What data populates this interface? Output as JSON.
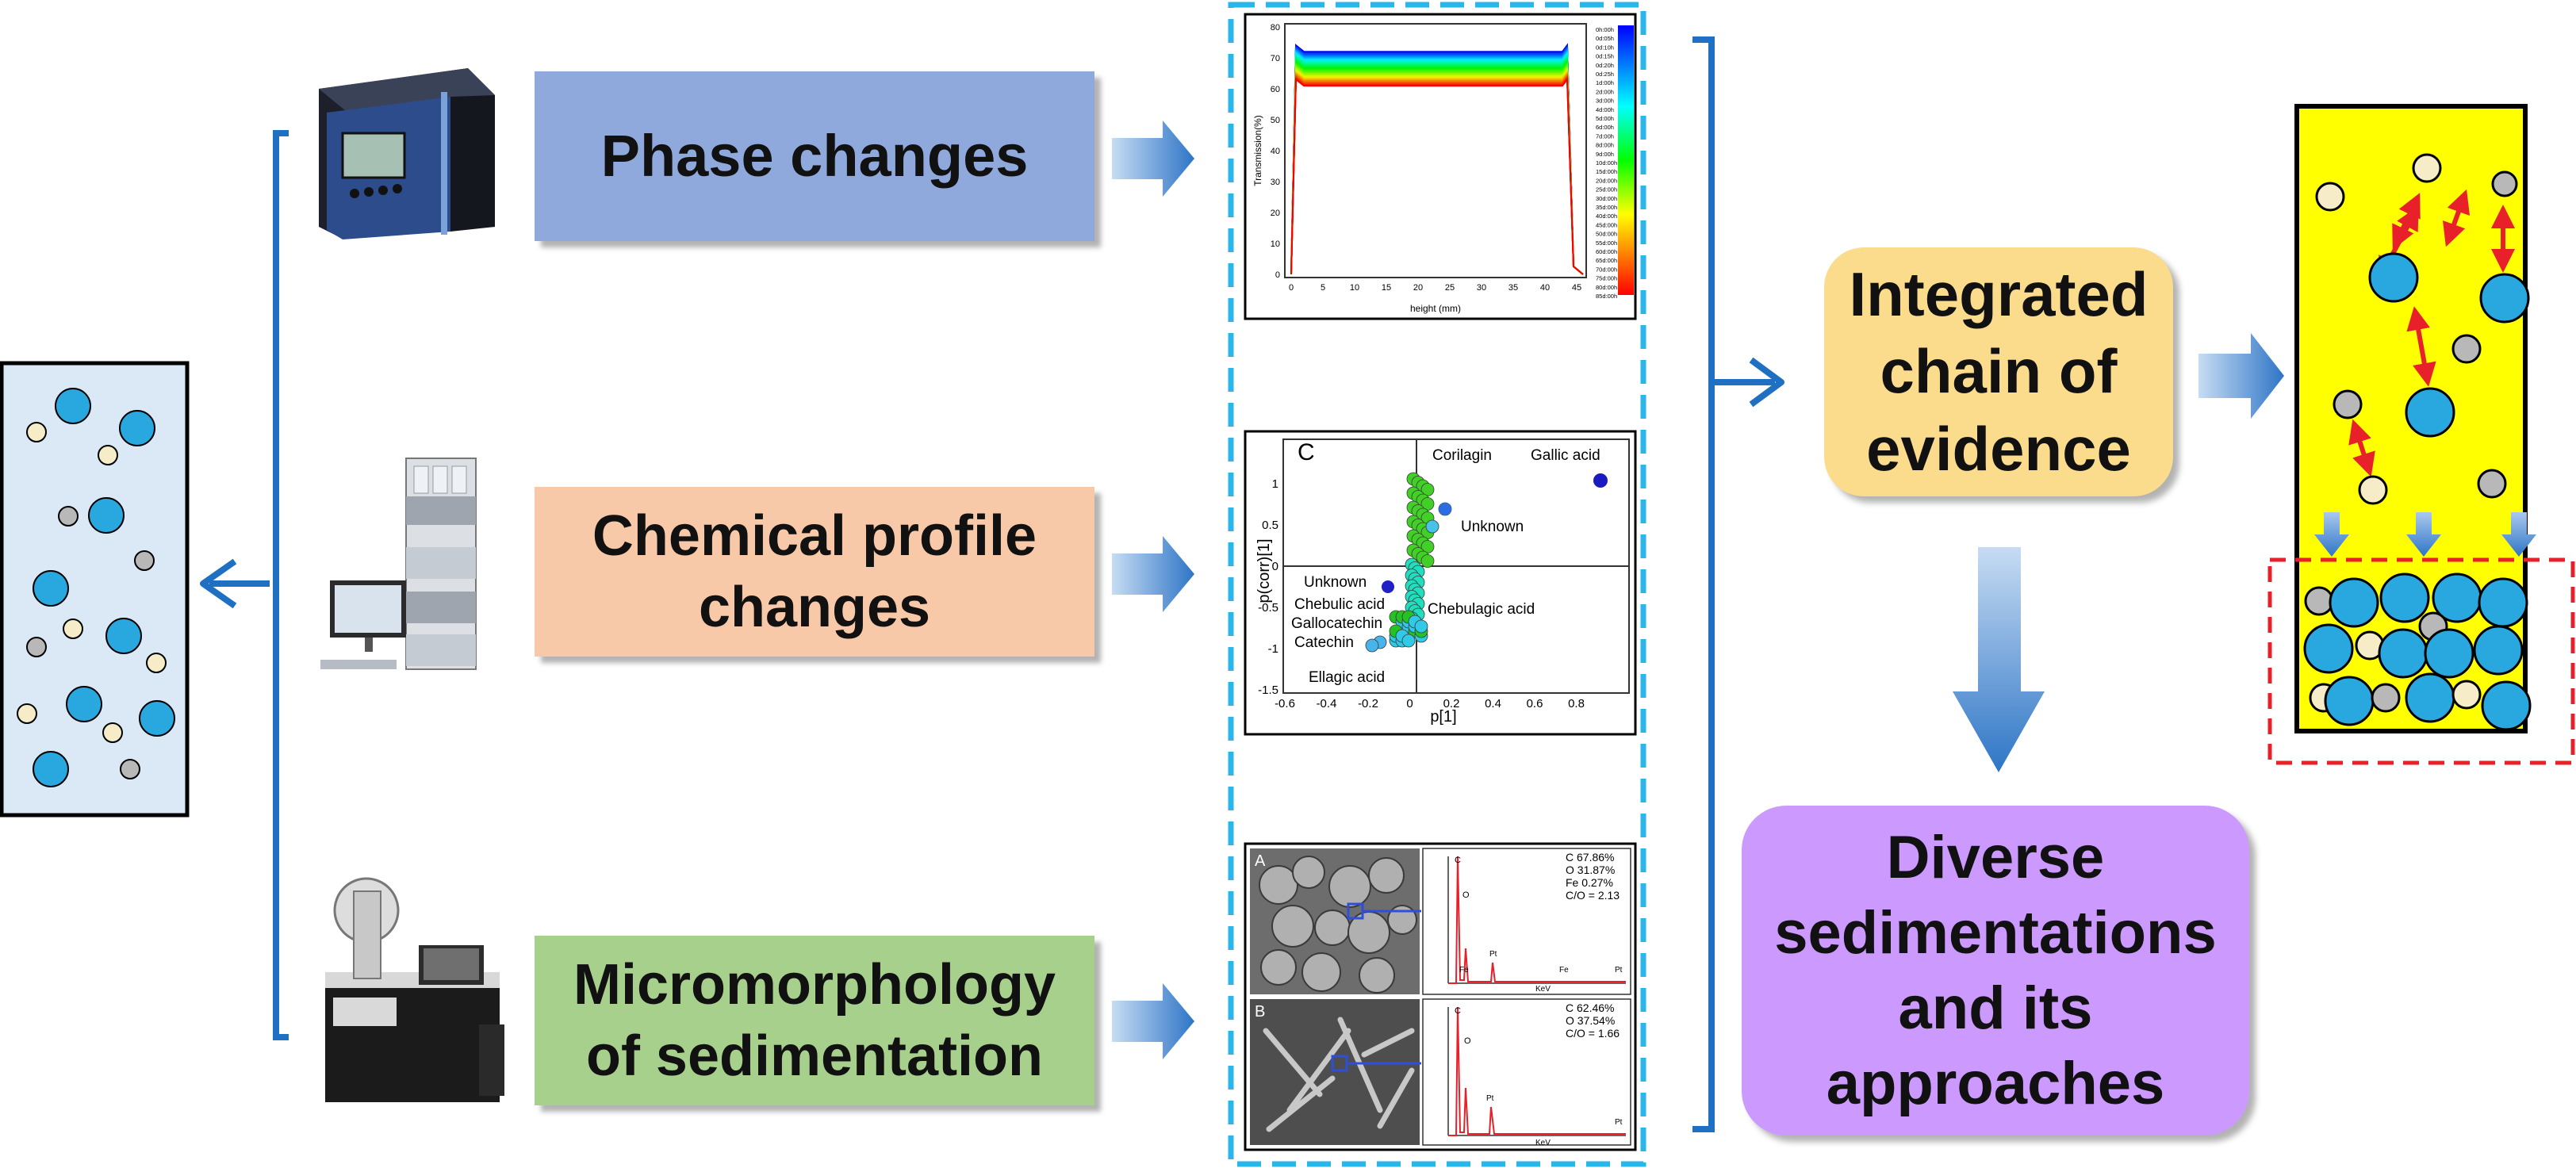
{
  "labels": {
    "phase": "Phase changes",
    "chemical": "Chemical profile\nchanges",
    "micro": "Micromorphology\nof sedimentation",
    "chain": "Integrated\nchain of\nevidence",
    "diverse": "Diverse\nsedimentations\nand its\napproaches"
  },
  "transmission_chart": {
    "ylabel": "Transmission(%)",
    "xlabel": "height (mm)",
    "x_ticks": [
      "0",
      "5",
      "10",
      "15",
      "20",
      "25",
      "30",
      "35",
      "40",
      "45"
    ],
    "y_ticks": [
      "0",
      "10",
      "20",
      "30",
      "40",
      "50",
      "60",
      "70",
      "80"
    ],
    "legend": [
      "0h:00h",
      "0d:05h",
      "0d:10h",
      "0d:15h",
      "0d:20h",
      "0d:25h",
      "1d:00h",
      "2d:00h",
      "3d:00h",
      "4d:00h",
      "5d:00h",
      "6d:00h",
      "7d:00h",
      "8d:00h",
      "9d:00h",
      "10d:00h",
      "15d:00h",
      "20d:00h",
      "25d:00h",
      "30d:00h",
      "35d:00h",
      "40d:00h",
      "45d:00h",
      "50d:00h",
      "55d:00h",
      "60d:00h",
      "65d:00h",
      "70d:00h",
      "75d:00h",
      "80d:00h",
      "85d:00h"
    ]
  },
  "splot": {
    "panel_letter": "C",
    "xlabel": "p[1]",
    "ylabel": "p(corr)[1]",
    "x_ticks": [
      "-0.6",
      "-0.4",
      "-0.2",
      "0",
      "0.2",
      "0.4",
      "0.6",
      "0.8"
    ],
    "y_ticks": [
      "1",
      "0.5",
      "0",
      "-0.5",
      "-1",
      "-1.5"
    ],
    "annotations": [
      "Corilagin",
      "Gallic acid",
      "Unknown",
      "Unknown",
      "Chebulagic acid",
      "Chebulic acid",
      "Gallocatechin",
      "Catechin",
      "Ellagic acid"
    ]
  },
  "sem": {
    "panel_a": "A",
    "panel_b": "B",
    "spectrum_a": [
      "C    67.86%",
      "O    31.87%",
      "Fe   0.27%",
      "C/O = 2.13"
    ],
    "spectrum_b": [
      "C    62.46%",
      "O    37.54%",
      "C/O = 1.66"
    ],
    "peaks_a": [
      "C",
      "O",
      "Fe",
      "Pt",
      "Fe",
      "Pt"
    ],
    "peaks_b": [
      "C",
      "O",
      "Pt",
      "Pt"
    ],
    "axis_unit": "KeV"
  },
  "colors": {
    "arrow_blue": "#2e75c6",
    "bracket_blue": "#1f6fc2",
    "dashed_border": "#29b6e8",
    "particle_blue": "#29a8e0",
    "particle_cream": "#f6ecc8",
    "particle_gray": "#b8b8b8",
    "sediment_yellow": "#ffff00",
    "red_dash": "#e8202a"
  }
}
